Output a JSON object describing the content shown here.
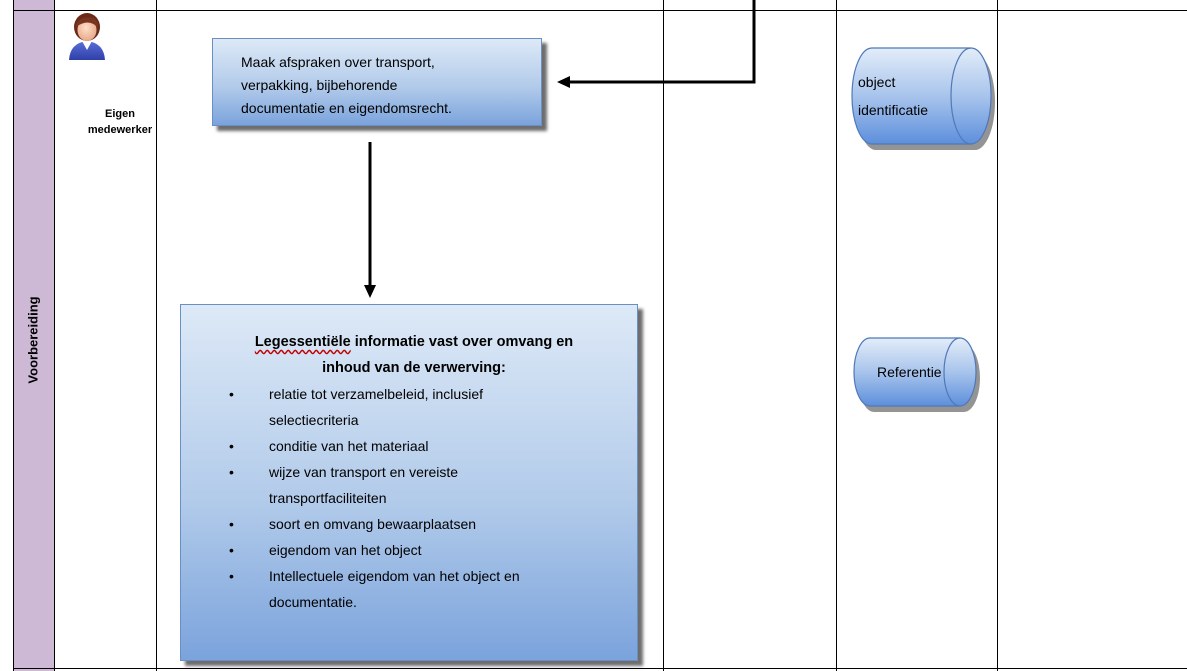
{
  "phase": {
    "label": "Voorbereiding"
  },
  "actor": {
    "label_line1": "Eigen",
    "label_line2": "medewerker",
    "icon": "person-icon"
  },
  "process1": {
    "lines": [
      "Maak afspraken over transport,",
      "verpakking, bijbehorende",
      "documentatie en eigendomsrecht."
    ]
  },
  "process2": {
    "title_part1": "Legessentiële",
    "title_part2": " informatie vast over omvang en",
    "title_line2": "inhoud van de verwerving:",
    "items": [
      [
        "relatie tot verzamelbeleid, inclusief",
        "selectiecriteria"
      ],
      [
        "conditie van het materiaal"
      ],
      [
        "wijze van transport en vereiste",
        "transportfaciliteiten"
      ],
      [
        "soort en omvang bewaarplaatsen"
      ],
      [
        "eigendom van het object"
      ],
      [
        "Intellectuele eigendom van het object en",
        "documentatie."
      ]
    ]
  },
  "datastore1": {
    "line1": "object",
    "line2": "identificatie"
  },
  "datastore2": {
    "label": "Referentie"
  },
  "colors": {
    "phase_strip": "#cdb9d6",
    "box_fill_top": "#dde9f7",
    "box_fill_bottom": "#7ba3dc",
    "cylinder_fill": "#6f9be0"
  }
}
